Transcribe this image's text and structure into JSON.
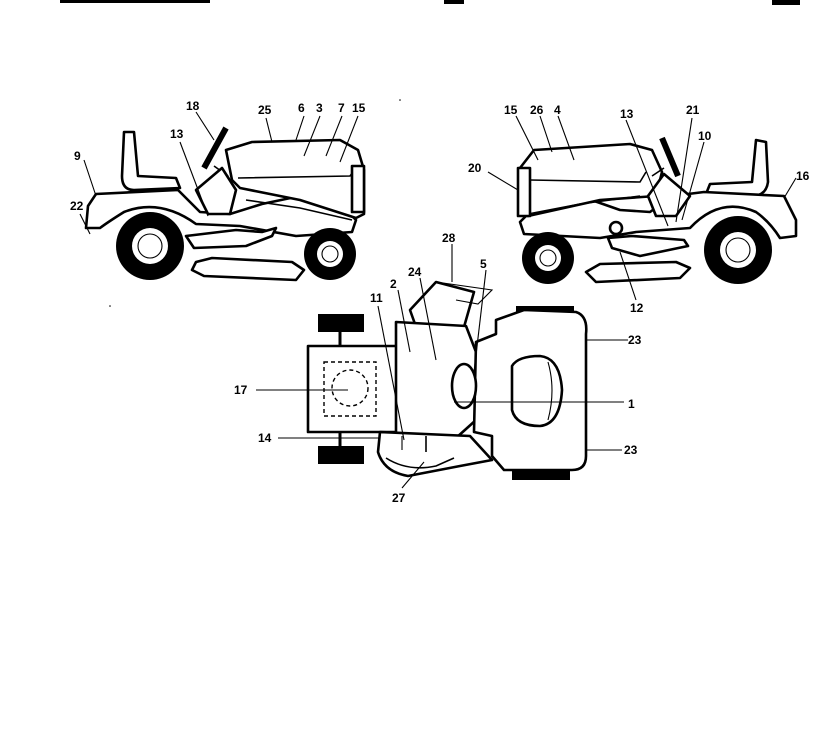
{
  "header_fragments": {
    "left": "",
    "right": ""
  },
  "callouts": {
    "left_tractor": {
      "n18": "18",
      "n25": "25",
      "n6": "6",
      "n3": "3",
      "n7": "7",
      "n15": "15",
      "n13": "13",
      "n9": "9",
      "n22": "22"
    },
    "right_tractor": {
      "n15": "15",
      "n26": "26",
      "n4": "4",
      "n13": "13",
      "n21": "21",
      "n10": "10",
      "n20": "20",
      "n16": "16",
      "n12": "12"
    },
    "top_view": {
      "n28": "28",
      "n2": "2",
      "n24": "24",
      "n5": "5",
      "n11": "11",
      "n23a": "23",
      "n17": "17",
      "n1": "1",
      "n14": "14",
      "n23b": "23",
      "n27": "27"
    }
  }
}
